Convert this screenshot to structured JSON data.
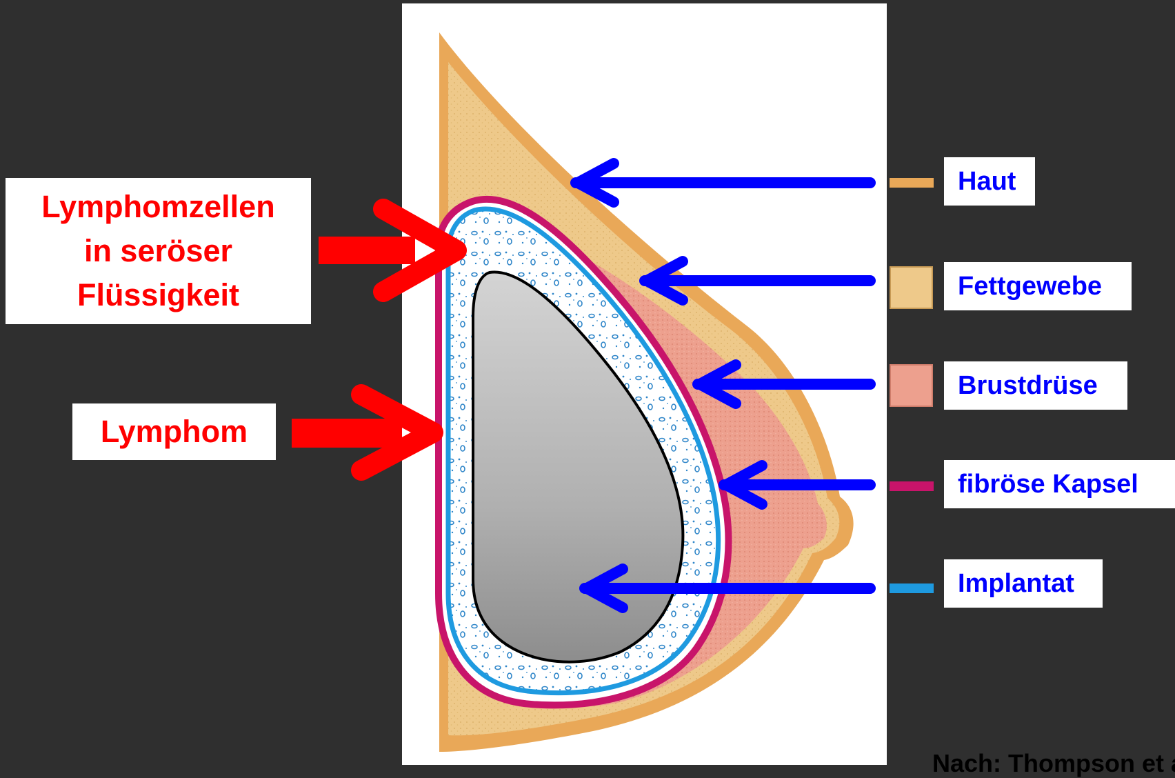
{
  "colors": {
    "background": "#2f2f2f",
    "panel": "#ffffff",
    "skin": "#e9a858",
    "fat": "#eec98a",
    "gland": "#eda08e",
    "capsule": "#c8146a",
    "implant_outline": "#1e9ae0",
    "seroma": "#ffffff",
    "implant": "#b5b5b5",
    "arrow_red": "#ff0000",
    "arrow_blue": "#0000ff"
  },
  "annotations": {
    "lymphoma_cells": [
      "Lymphomzellen",
      "in seröser",
      "Flüssigkeit"
    ],
    "lymphoma": "Lymphom"
  },
  "legend": {
    "items": [
      {
        "key": "skin",
        "label": "Haut",
        "swatch_type": "line",
        "icon": "skin-line-icon"
      },
      {
        "key": "fat",
        "label": "Fettgewebe",
        "swatch_type": "block",
        "icon": "fat-tissue-swatch-icon"
      },
      {
        "key": "gland",
        "label": "Brustdrüse",
        "swatch_type": "block",
        "icon": "gland-swatch-icon"
      },
      {
        "key": "capsule",
        "label": "fibröse Kapsel",
        "swatch_type": "line",
        "icon": "capsule-line-icon"
      },
      {
        "key": "implant",
        "label": "Implantat",
        "swatch_type": "line",
        "icon": "implant-line-icon"
      }
    ]
  },
  "credit": "Nach: Thompson et al."
}
